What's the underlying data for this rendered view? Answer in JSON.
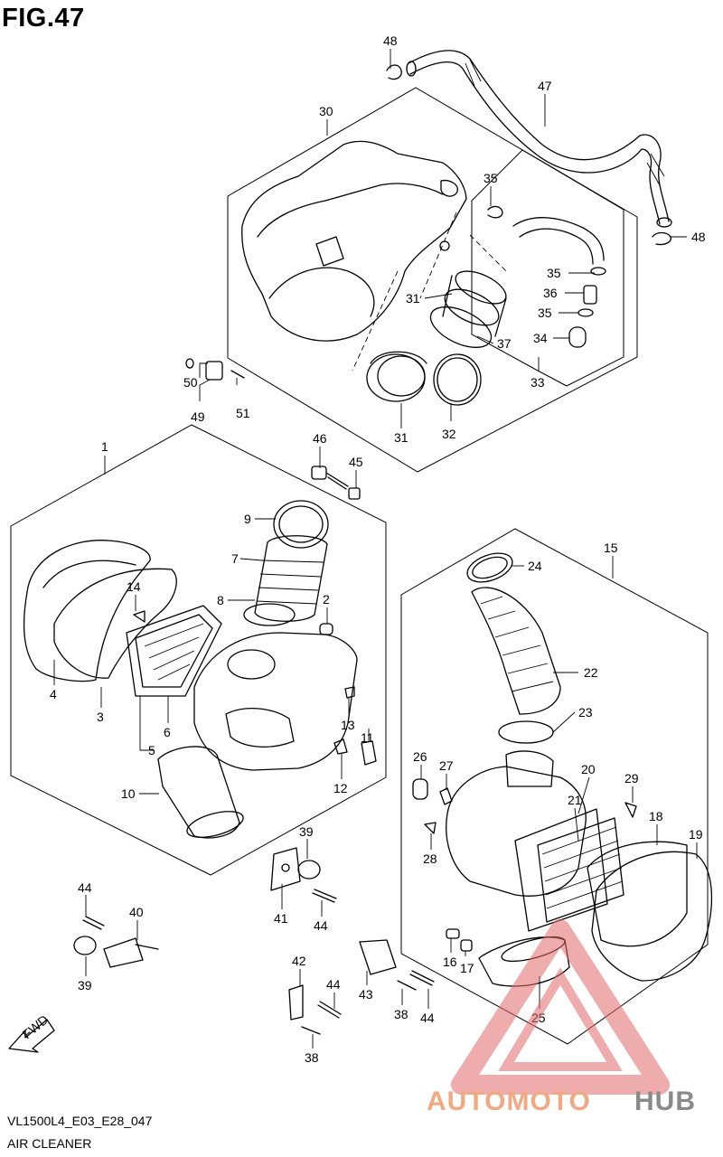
{
  "figure_title": "FIG.47",
  "footer": {
    "code": "VL1500L4_E03_E28_047",
    "title": "AIR CLEANER"
  },
  "fwd_label": "FWD",
  "watermark": {
    "part1": "AUTOMOTO",
    "part2": "HUB",
    "color_primary": "#f0a0a0",
    "color_secondary": "#8a8a8a"
  },
  "callouts": {
    "c48a": "48",
    "c47": "47",
    "c30": "30",
    "c35a": "35",
    "c48b": "48",
    "c35b": "35",
    "c36": "36",
    "c35c": "35",
    "c34": "34",
    "c31a": "31",
    "c37": "37",
    "c33": "33",
    "c50": "50",
    "c51": "51",
    "c49": "49",
    "c31b": "31",
    "c32": "32",
    "c1": "1",
    "c46": "46",
    "c45": "45",
    "c9": "9",
    "c7": "7",
    "c15": "15",
    "c24": "24",
    "c14": "14",
    "c2": "2",
    "c8": "8",
    "c22": "22",
    "c4": "4",
    "c3": "3",
    "c6": "6",
    "c13": "13",
    "c11": "11",
    "c5": "5",
    "c23": "23",
    "c12": "12",
    "c26": "26",
    "c27": "27",
    "c20": "20",
    "c10": "10",
    "c29": "29",
    "c21": "21",
    "c18": "18",
    "c19": "19",
    "c39a": "39",
    "c28": "28",
    "c44a": "44",
    "c41": "41",
    "c44b": "44",
    "c40": "40",
    "c16": "16",
    "c17": "17",
    "c39b": "39",
    "c42": "42",
    "c25": "25",
    "c44c": "44",
    "c43": "43",
    "c38a": "38",
    "c44d": "44",
    "c38b": "38"
  }
}
